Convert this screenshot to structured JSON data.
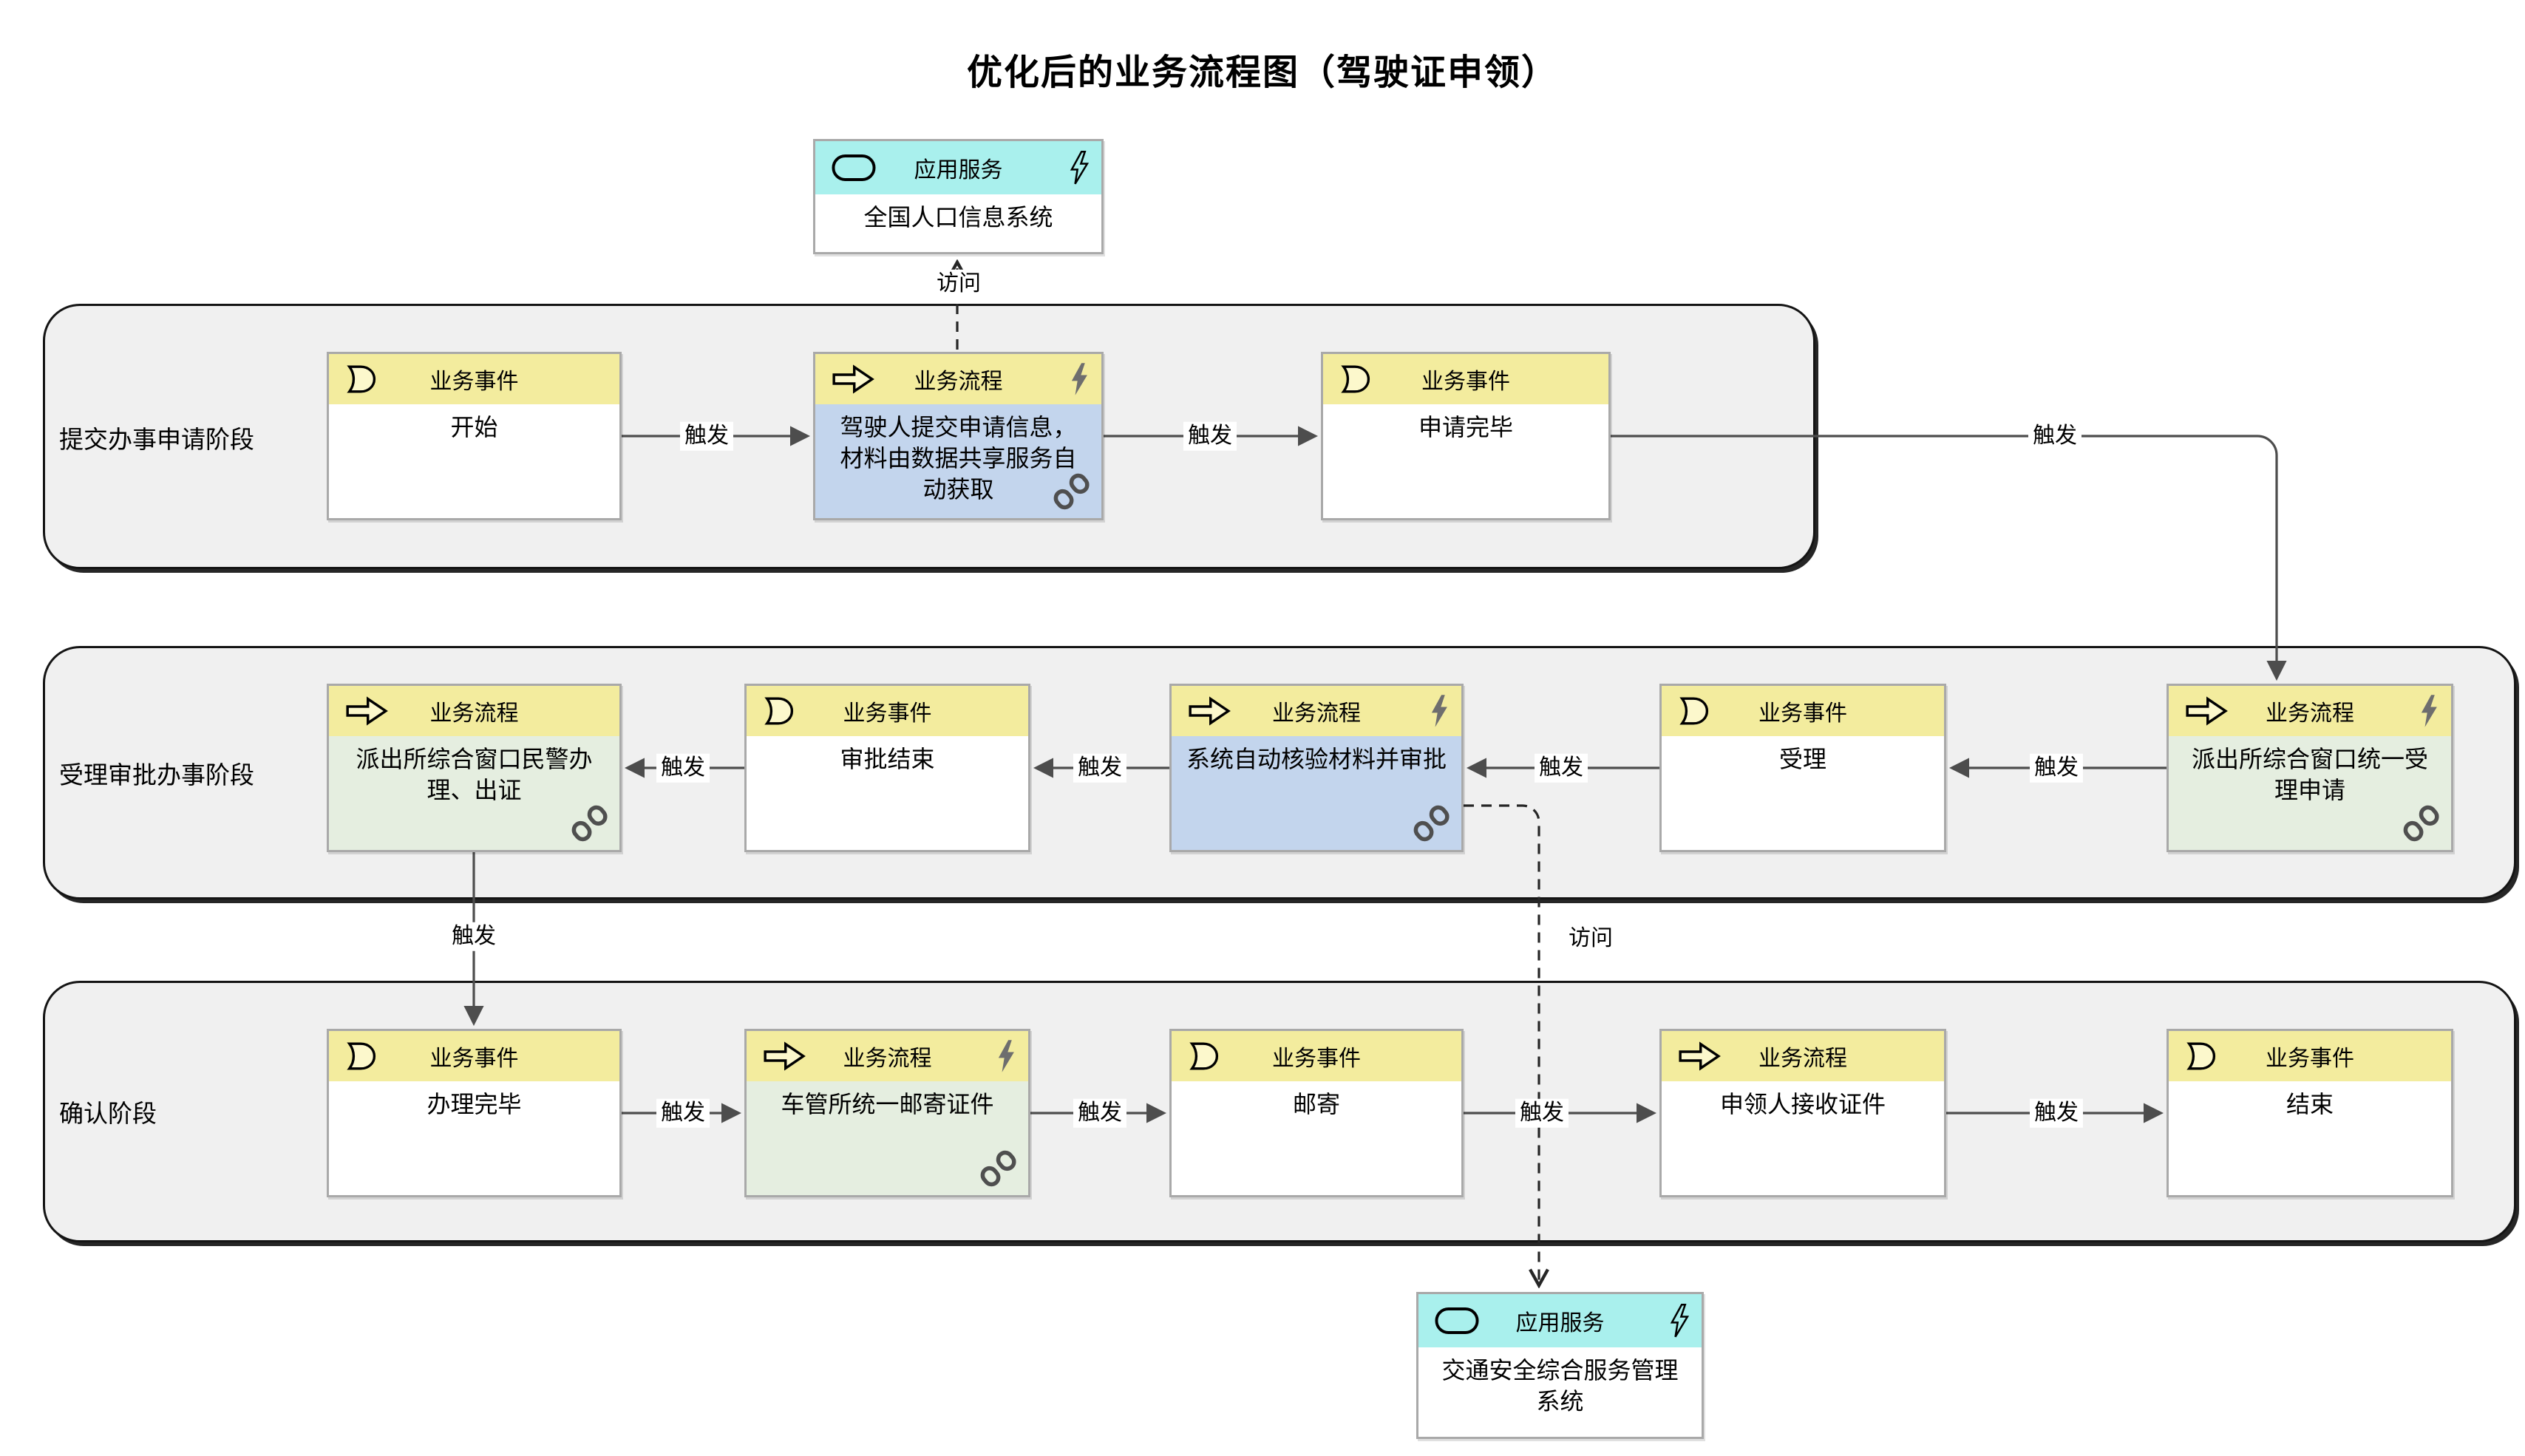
{
  "title": "优化后的业务流程图（驾驶证申领）",
  "legend_terms": {
    "trigger": "触发",
    "access": "访问"
  },
  "colors": {
    "lane_bg": "#F0F0F0",
    "header_yellow": "#F3EC9E",
    "header_cyan": "#A9F0ED",
    "body_blue": "#C3D5ED",
    "body_green": "#E5EEE0",
    "icon_fill_yellow": "#FCF8CC",
    "arrow_gray": "#4D4D4D",
    "bolt_gray": "#6E6E6E"
  },
  "lanes": [
    {
      "label": "提交办事申请阶段"
    },
    {
      "label": "受理审批办事阶段"
    },
    {
      "label": "确认阶段"
    }
  ],
  "nodes": [
    {
      "kind": "application-service",
      "type_label": "应用服务",
      "name": "全国人口信息系统",
      "lightning": "outline"
    },
    {
      "kind": "business-event",
      "type_label": "业务事件",
      "name": "开始"
    },
    {
      "kind": "business-process",
      "type_label": "业务流程",
      "name": "驾驶人提交申请信息，材料由数据共享服务自动获取",
      "lightning": "solid",
      "link": true,
      "body_color": "#C3D5ED"
    },
    {
      "kind": "business-event",
      "type_label": "业务事件",
      "name": "申请完毕"
    },
    {
      "kind": "business-process",
      "type_label": "业务流程",
      "name": "派出所综合窗口民警办理、出证",
      "link": true,
      "body_color": "#E5EEE0"
    },
    {
      "kind": "business-event",
      "type_label": "业务事件",
      "name": "审批结束"
    },
    {
      "kind": "business-process",
      "type_label": "业务流程",
      "name": "系统自动核验材料并审批",
      "lightning": "solid",
      "link": true,
      "body_color": "#C3D5ED"
    },
    {
      "kind": "business-event",
      "type_label": "业务事件",
      "name": "受理"
    },
    {
      "kind": "business-process",
      "type_label": "业务流程",
      "name": "派出所综合窗口统一受理申请",
      "lightning": "solid",
      "link": true,
      "body_color": "#E5EEE0"
    },
    {
      "kind": "business-event",
      "type_label": "业务事件",
      "name": "办理完毕"
    },
    {
      "kind": "business-process",
      "type_label": "业务流程",
      "name": "车管所统一邮寄证件",
      "lightning": "solid",
      "link": true,
      "body_color": "#E5EEE0"
    },
    {
      "kind": "business-event",
      "type_label": "业务事件",
      "name": "邮寄"
    },
    {
      "kind": "business-process",
      "type_label": "业务流程",
      "name": "申领人接收证件"
    },
    {
      "kind": "business-event",
      "type_label": "业务事件",
      "name": "结束"
    },
    {
      "kind": "application-service",
      "type_label": "应用服务",
      "name": "交通安全综合服务管理系统",
      "lightning": "outline"
    }
  ],
  "edges": [
    {
      "from": "开始",
      "to": "驾驶人提交申请信息，材料由数据共享服务自动获取",
      "label": "触发",
      "style": "solid"
    },
    {
      "from": "驾驶人提交申请信息，材料由数据共享服务自动获取",
      "to": "申请完毕",
      "label": "触发",
      "style": "solid"
    },
    {
      "from": "申请完毕",
      "to": "派出所综合窗口统一受理申请",
      "label": "触发",
      "style": "solid"
    },
    {
      "from": "派出所综合窗口统一受理申请",
      "to": "受理",
      "label": "触发",
      "style": "solid"
    },
    {
      "from": "受理",
      "to": "系统自动核验材料并审批",
      "label": "触发",
      "style": "solid"
    },
    {
      "from": "系统自动核验材料并审批",
      "to": "审批结束",
      "label": "触发",
      "style": "solid"
    },
    {
      "from": "审批结束",
      "to": "派出所综合窗口民警办理、出证",
      "label": "触发",
      "style": "solid"
    },
    {
      "from": "派出所综合窗口民警办理、出证",
      "to": "办理完毕",
      "label": "触发",
      "style": "solid"
    },
    {
      "from": "办理完毕",
      "to": "车管所统一邮寄证件",
      "label": "触发",
      "style": "solid"
    },
    {
      "from": "车管所统一邮寄证件",
      "to": "邮寄",
      "label": "触发",
      "style": "solid"
    },
    {
      "from": "邮寄",
      "to": "申领人接收证件",
      "label": "触发",
      "style": "solid"
    },
    {
      "from": "申领人接收证件",
      "to": "结束",
      "label": "触发",
      "style": "solid"
    },
    {
      "from": "驾驶人提交申请信息，材料由数据共享服务自动获取",
      "to": "全国人口信息系统",
      "label": "访问",
      "style": "dashed"
    },
    {
      "from": "系统自动核验材料并审批",
      "to": "交通安全综合服务管理系统",
      "label": "访问",
      "style": "dashed"
    }
  ]
}
